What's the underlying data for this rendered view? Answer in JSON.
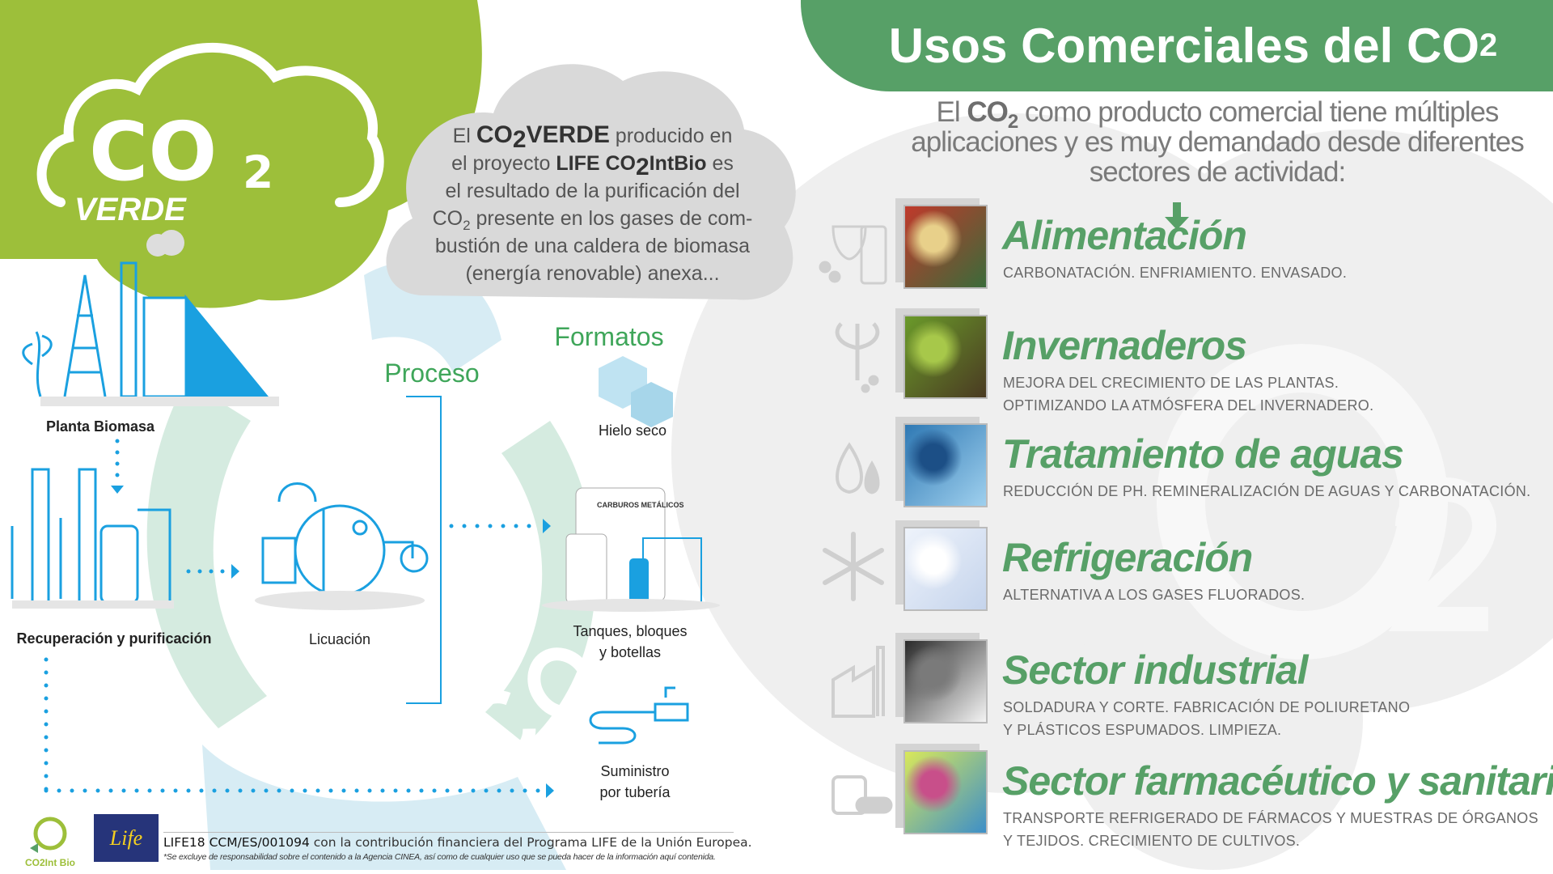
{
  "header": {
    "title": "Usos Comerciales del CO",
    "title_sub": "2"
  },
  "intro": {
    "pre": "El ",
    "co": "CO",
    "sub": "2",
    "rest": " como producto comercial tiene múltiples aplicaciones y es muy demandado desde diferentes sectores de actividad:"
  },
  "logo": {
    "co2": "CO",
    "sub": "2",
    "verde": "VERDE"
  },
  "cloud": {
    "l1_pre": "El ",
    "l1_bold": "CO",
    "l1_sub": "2",
    "l1_bold2": "VERDE",
    "l1_post": " producido en",
    "l2_pre": "el proyecto ",
    "l2_bold": "LIFE CO",
    "l2_sub": "2",
    "l2_bold2": "IntBio",
    "l2_post": " es",
    "l3": "el resultado de la purificación del",
    "l4_pre": "CO",
    "l4_sub": "2",
    "l4_post": " presente en los gases de com-",
    "l5": "bustión de una caldera de biomasa",
    "l6": "(energía renovable) anexa..."
  },
  "diagram": {
    "planta": "Planta Biomasa",
    "recuperacion": "Recuperación y purificación",
    "licuacion": "Licuación",
    "proceso": "Proceso",
    "formatos": "Formatos",
    "hielo": "Hielo seco",
    "tanques_1": "Tanques, bloques",
    "tanques_2": "y botellas",
    "suministro_1": "Suministro",
    "suministro_2": "por tubería",
    "tank_brand": "CARBUROS METÁLICOS",
    "watermark": "CO2"
  },
  "uses": [
    {
      "title": "Alimentación",
      "icon": "wine-beer-icon",
      "desc": [
        "CARBONATACIÓN. ENFRIAMIENTO. ENVASADO."
      ],
      "photo": [
        "#c0392b",
        "#3a6b3a",
        "#e8d08a"
      ]
    },
    {
      "title": "Invernaderos",
      "icon": "plant-icon",
      "desc": [
        "MEJORA DEL CRECIMIENTO DE LAS PLANTAS.",
        "OPTIMIZANDO LA ATMÓSFERA DEL INVERNADERO."
      ],
      "photo": [
        "#6a9a2a",
        "#4a3a22",
        "#a7c84a"
      ]
    },
    {
      "title": "Tratamiento de aguas",
      "icon": "water-drops-icon",
      "desc": [
        "REDUCCIÓN DE PH. REMINERALIZACIÓN DE AGUAS Y CARBONATACIÓN."
      ],
      "photo": [
        "#2f79b4",
        "#9fd0ee",
        "#1c4f86"
      ]
    },
    {
      "title": "Refrigeración",
      "icon": "snowflake-icon",
      "desc": [
        "ALTERNATIVA A LOS GASES FLUORADOS."
      ],
      "photo": [
        "#eef3fb",
        "#c5d4ec",
        "#ffffff"
      ]
    },
    {
      "title": "Sector industrial",
      "icon": "factory-icon",
      "desc": [
        "SOLDADURA Y CORTE. FABRICACIÓN DE POLIURETANO",
        "Y PLÁSTICOS ESPUMADOS. LIMPIEZA."
      ],
      "photo": [
        "#2a2a2a",
        "#f4f4f4",
        "#7a7a7a"
      ]
    },
    {
      "title": "Sector farmacéutico y sanitario",
      "icon": "medicine-icon",
      "desc": [
        "TRANSPORTE REFRIGERADO DE FÁRMACOS Y MUESTRAS DE ÓRGANOS",
        "Y TEJIDOS. CRECIMIENTO DE CULTIVOS."
      ],
      "photo": [
        "#d9e85a",
        "#3d8fc8",
        "#c84f8a"
      ]
    }
  ],
  "footer": {
    "logo_text": "CO2Int Bio",
    "eu_logo_text": "Life",
    "code": "LIFE18 CCM/ES/001094",
    "contribution": " con la contribución financiera del Programa LIFE de la Unión Europea.",
    "disclaimer": "*Se excluye de responsabilidad sobre el contenido a la Agencia CINEA, así como de cualquier uso que se pueda hacer de la información aquí contenida."
  },
  "colors": {
    "green": "#57a067",
    "lime": "#9dbf3a",
    "blue": "#1aa0e0",
    "gray_cloud": "#d9d9d9"
  }
}
